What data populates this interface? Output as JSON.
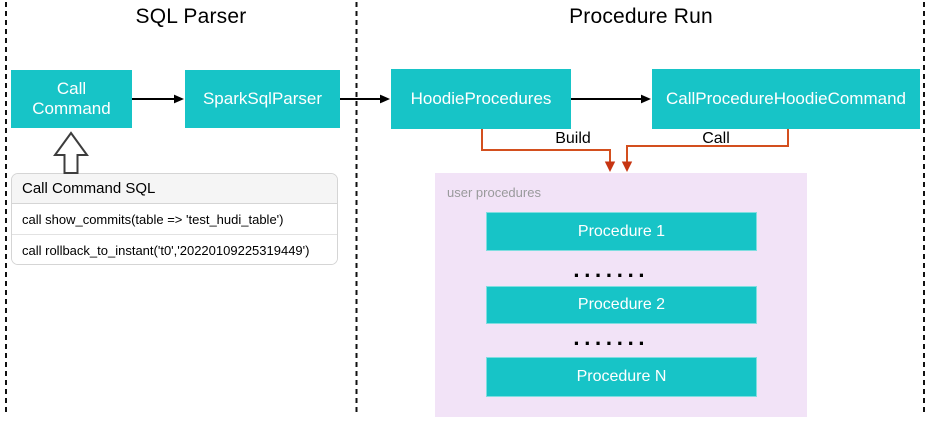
{
  "diagram": {
    "panels": [
      {
        "title": "SQL Parser"
      },
      {
        "title": "Procedure Run"
      }
    ],
    "nodes": {
      "call_command": "Call\nCommand",
      "spark_sql_parser": "SparkSqlParser",
      "hoodie_procedures": "HoodieProcedures",
      "call_procedure_hoodie_command": "CallProcedureHoodieCommand"
    },
    "edge_labels": {
      "build": "Build",
      "call": "Call"
    },
    "sql_table": {
      "header": "Call Command SQL",
      "rows": [
        "call show_commits(table => 'test_hudi_table')",
        "call rollback_to_instant('t0','20220109225319449')"
      ]
    },
    "user_procedures": {
      "title": "user procedures",
      "items": [
        "Procedure 1",
        "Procedure 2",
        "Procedure N"
      ],
      "ellipsis": "......."
    },
    "colors": {
      "node_fill": "#17c4c7",
      "node_text": "#ffffff",
      "connector_black": "#000000",
      "connector_orange": "#d34f1e",
      "connector_orange_head": "#c73512",
      "user_procedures_bg": "#f2e3f7",
      "table_header_bg": "#f5f5f5"
    }
  }
}
